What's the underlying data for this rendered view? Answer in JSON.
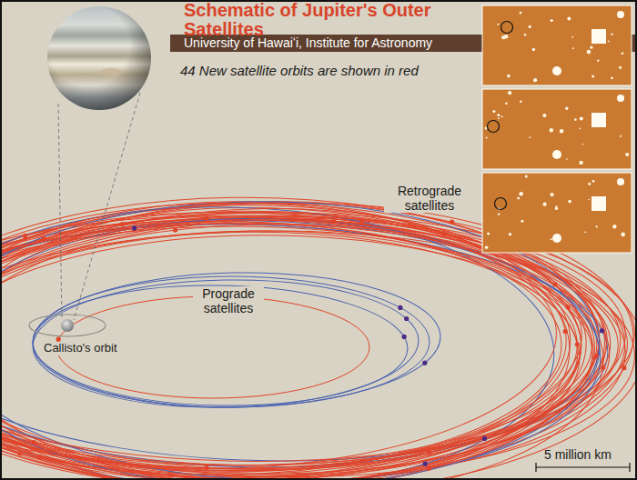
{
  "diagram": {
    "title": "Schematic of Jupiter's Outer Satellites",
    "labels": [
      "University of Hawaiʻi, Institute for Astronomy",
      "44 New satellite orbits are shown in red",
      "Retrograde satellites",
      "Prograde satellites",
      "Callisto's orbit",
      "5 million km"
    ]
  }
}
